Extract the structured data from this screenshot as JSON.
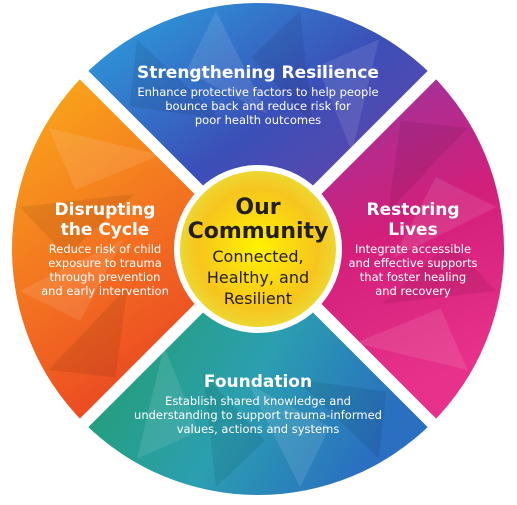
{
  "center": {
    "title_lines": [
      "Our",
      "Community"
    ],
    "subtitle_lines": [
      "Connected,",
      "Healthy, and",
      "Resilient"
    ]
  },
  "segments": [
    {
      "key": "top",
      "title_lines": [
        "Strengthening Resilience"
      ],
      "description_lines": [
        "Enhance protective factors to help people",
        "bounce back and reduce risk for",
        "poor health outcomes"
      ],
      "colors": [
        "#2aa7e0",
        "#3b4fb8",
        "#7b3fa0"
      ]
    },
    {
      "key": "right",
      "title_lines": [
        "Restoring",
        "Lives"
      ],
      "description_lines": [
        "Integrate accessible",
        "and effective supports",
        "that foster healing",
        "and recovery"
      ],
      "colors": [
        "#8e3aa6",
        "#d21f7a",
        "#e8318a"
      ]
    },
    {
      "key": "bottom",
      "title_lines": [
        "Foundation"
      ],
      "description_lines": [
        "Establish shared knowledge and",
        "understanding to support trauma-informed",
        "values, actions and systems"
      ],
      "colors": [
        "#1f9e5a",
        "#2b9fb0",
        "#2a6fc0"
      ]
    },
    {
      "key": "left",
      "title_lines": [
        "Disrupting",
        "the Cycle"
      ],
      "description_lines": [
        "Reduce risk of child",
        "exposure to trauma",
        "through prevention",
        "and early intervention"
      ],
      "colors": [
        "#f9a11b",
        "#f26b21",
        "#e63323"
      ]
    }
  ],
  "center_colors": [
    "#fff200",
    "#f7c51e",
    "#e9de3a"
  ]
}
